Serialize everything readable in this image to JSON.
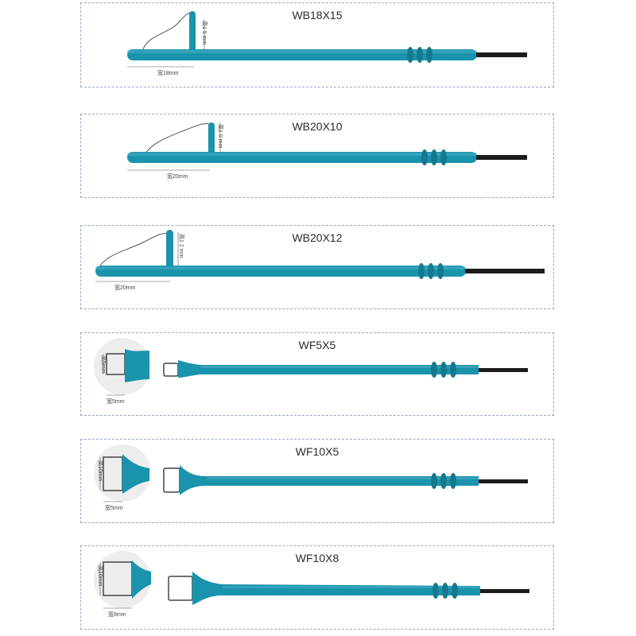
{
  "colors": {
    "handle": "#1a93ad",
    "handle_dark": "#13798f",
    "handle_light": "#4ab4c9",
    "wire": "#555555",
    "tip": "#1c1c1c",
    "border": "#9aa6bf"
  },
  "panels": [
    {
      "model": "WB18X15",
      "height_label": "高1 5 mm",
      "width_label": "宽18mm"
    },
    {
      "model": "WB20X10",
      "height_label": "高1 0 mm",
      "width_label": "宽20mm"
    },
    {
      "model": "WB20X12",
      "height_label": "高1 2 mm",
      "width_label": "宽20mm"
    },
    {
      "model": "WF5X5",
      "height_label": "高5mm",
      "width_label": "宽5mm"
    },
    {
      "model": "WF10X5",
      "height_label": "高10mm",
      "width_label": "宽5mm"
    },
    {
      "model": "WF10X8",
      "height_label": "高10mm",
      "width_label": "宽8mm"
    }
  ]
}
